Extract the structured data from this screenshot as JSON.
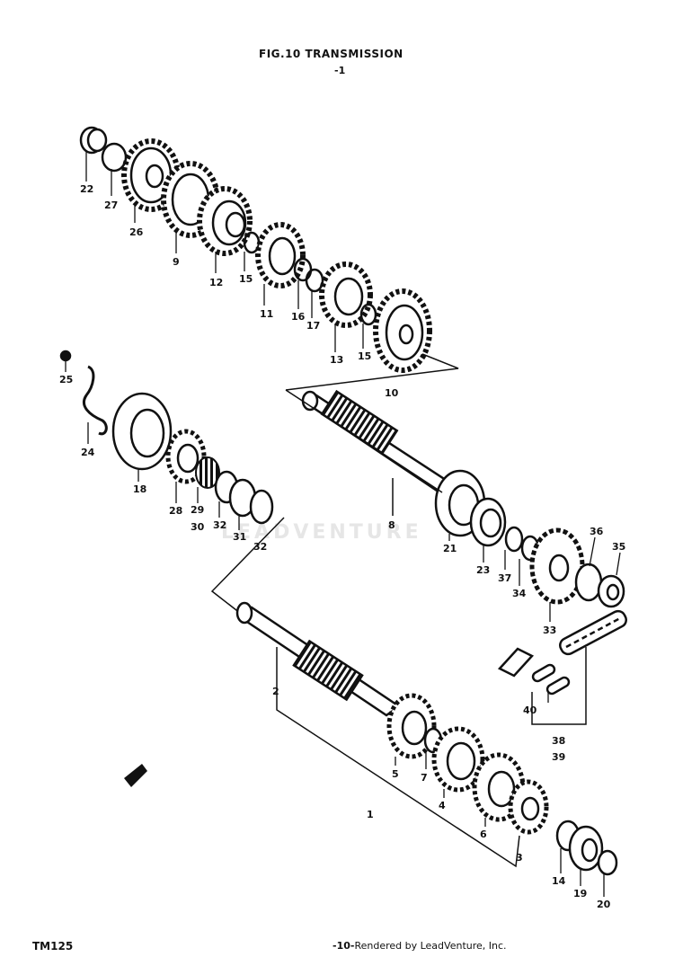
{
  "header": {
    "title": "FIG.10  TRANSMISSION",
    "subtitle": "-1"
  },
  "footer": {
    "model": "TM125",
    "page": "-10-",
    "rendered_by": "Rendered by LeadVenture, Inc."
  },
  "watermark": "LEADVENTURE",
  "callouts": {
    "c1": "1",
    "c2": "2",
    "c3": "3",
    "c4": "4",
    "c5": "5",
    "c6": "6",
    "c7": "7",
    "c8": "8",
    "c9": "9",
    "c10": "10",
    "c11": "11",
    "c12": "12",
    "c13": "13",
    "c14": "14",
    "c15a": "15",
    "c15b": "15",
    "c16": "16",
    "c17": "17",
    "c18": "18",
    "c19": "19",
    "c20": "20",
    "c21": "21",
    "c22": "22",
    "c23": "23",
    "c24": "24",
    "c25": "25",
    "c26": "26",
    "c27": "27",
    "c28": "28",
    "c29": "29",
    "c30": "30",
    "c31": "31",
    "c32a": "32",
    "c32b": "32",
    "c33": "33",
    "c34": "34",
    "c35": "35",
    "c36": "36",
    "c37": "37",
    "c38": "38",
    "c39": "39",
    "c40": "40"
  }
}
